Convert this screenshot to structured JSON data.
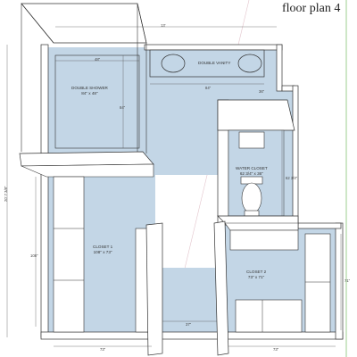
{
  "page": {
    "title": "floor plan 4"
  },
  "rooms": {
    "double_shower": {
      "name": "DOUBLE SHOWER",
      "size": "84\" x 48\""
    },
    "double_vanity": {
      "name": "DOUBLE VANITY"
    },
    "water_closet": {
      "name": "WATER CLOSET",
      "size": "62 3/4\" x 36\""
    },
    "closet1": {
      "name": "CLOSET 1",
      "size": "108\" x 73\""
    },
    "closet2": {
      "name": "CLOSET 2",
      "size": "73\" x 71\""
    }
  },
  "dimensions": {
    "overall_width": "13'",
    "shower_width": "48\"",
    "shower_depth": "84\"",
    "vanity_length": "84\"",
    "wc_width": "36\"",
    "wc_depth": "62 3/4\"",
    "overall_height": "20' 7 3/8\"",
    "closet1_depth": "108\"",
    "passage": "37\"",
    "closet1_width": "73\"",
    "closet2_width": "73\"",
    "closet2_depth": "71\""
  },
  "colors": {
    "floor": "#c3d6e6",
    "wall": "#ffffff",
    "outline": "#333333",
    "accent_line": "#9ccf8f",
    "dim_line": "#555555"
  }
}
